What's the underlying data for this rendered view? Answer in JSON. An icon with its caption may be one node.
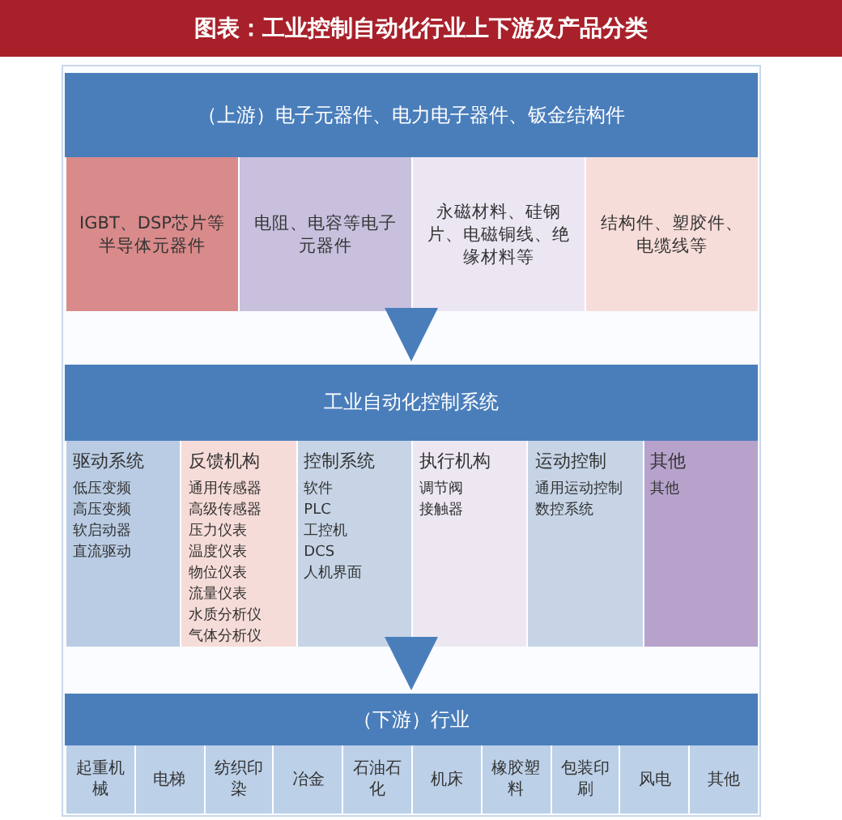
{
  "diagram": {
    "title": "图表：工业控制自动化行业上下游及产品分类",
    "nodes": [
      {
        "text": [
          "（上游）电子元器件、电力电子器件、钣金结构件"
        ]
      },
      {
        "text": [
          "IGBT、DSP芯片等半导体元器件"
        ],
        "in": 0
      },
      {
        "text": [
          "电阻、电容等电子元器件"
        ],
        "in": 0
      },
      {
        "text": [
          "永磁材料、硅钢片、电磁铜线、绝缘材料等"
        ],
        "in": 0
      },
      {
        "text": [
          "结构件、塑胶件、电缆线等"
        ],
        "in": 0
      },
      {
        "text": [
          "工业自动化控制系统"
        ]
      },
      {
        "text": [
          "驱动系统",
          "低压变频",
          "高压变频",
          "软启动器",
          "直流驱动"
        ],
        "in": 5
      },
      {
        "text": [
          "反馈机构",
          "通用传感器",
          "高级传感器",
          "压力仪表",
          "温度仪表",
          "物位仪表",
          "流量仪表",
          "水质分析仪",
          "气体分析仪"
        ],
        "in": 5
      },
      {
        "text": [
          "控制系统",
          "软件",
          "PLC",
          "工控机",
          "DCS",
          "人机界面"
        ],
        "in": 5
      },
      {
        "text": [
          "执行机构",
          "调节阀",
          "接触器"
        ],
        "in": 5
      },
      {
        "text": [
          "运动控制",
          "通用运动控制",
          "数控系统"
        ],
        "in": 5
      },
      {
        "text": [
          "其他",
          "其他"
        ],
        "in": 5
      },
      {
        "text": [
          "（下游）行业"
        ]
      },
      {
        "text": [
          "起重机械"
        ],
        "in": 12
      },
      {
        "text": [
          "电梯"
        ],
        "in": 12
      },
      {
        "text": [
          "纺织印染"
        ],
        "in": 12
      },
      {
        "text": [
          "冶金"
        ],
        "in": 12
      },
      {
        "text": [
          "石油石化"
        ],
        "in": 12
      },
      {
        "text": [
          "机床"
        ],
        "in": 12
      },
      {
        "text": [
          "橡胶塑料"
        ],
        "in": 12
      },
      {
        "text": [
          "包装印刷"
        ],
        "in": 12
      },
      {
        "text": [
          "风电"
        ],
        "in": 12
      },
      {
        "text": [
          "其他"
        ],
        "in": 12
      }
    ],
    "edges": [
      {
        "from": 0,
        "to": 5,
        "arrow": "to"
      },
      {
        "from": 5,
        "to": 12,
        "arrow": "to"
      }
    ]
  }
}
